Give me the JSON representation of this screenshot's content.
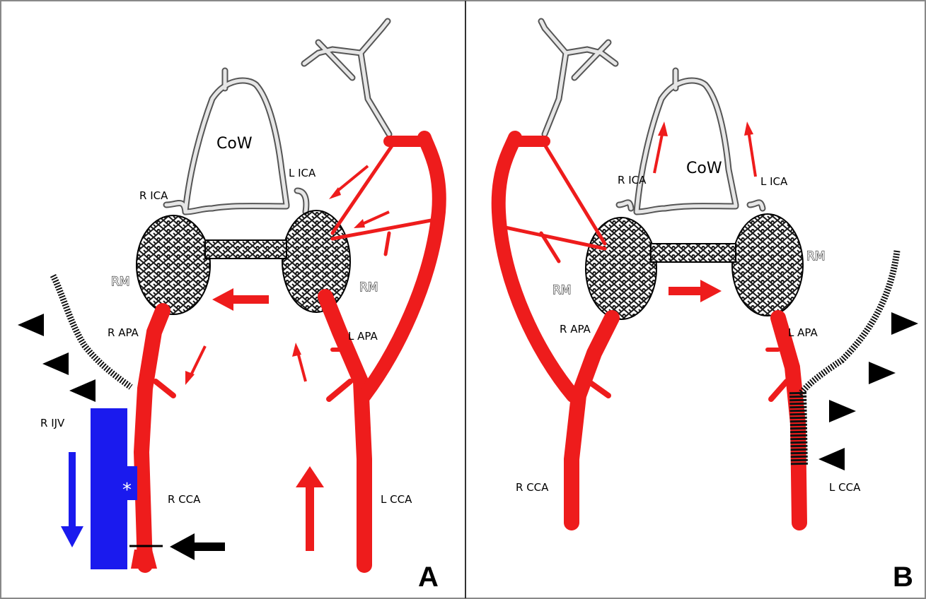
{
  "colors": {
    "artery": "#ee1c1c",
    "vein": "#1a1aee",
    "coil": "#111111",
    "rete": "#2b2b2b",
    "background": "#ffffff"
  },
  "panel_a": {
    "letter": "A",
    "labels": {
      "cow": "CoW",
      "r_ica": "R ICA",
      "l_ica": "L ICA",
      "rm_left": "RM",
      "rm_right": "RM",
      "r_apa": "R APA",
      "l_apa": "L APA",
      "r_ijv": "R IJV",
      "r_cca": "R CCA",
      "l_cca": "L CCA",
      "asterisk": "*"
    }
  },
  "panel_b": {
    "letter": "B",
    "labels": {
      "cow": "CoW",
      "r_ica": "R ICA",
      "l_ica": "L ICA",
      "rm_left": "RM",
      "rm_right": "RM",
      "r_apa": "R APA",
      "l_apa": "L APA",
      "r_cca": "R CCA",
      "l_cca": "L CCA"
    }
  },
  "icons": [
    "flow-arrow-icon",
    "coil-arrowhead-icon",
    "ligation-arrow-icon"
  ]
}
